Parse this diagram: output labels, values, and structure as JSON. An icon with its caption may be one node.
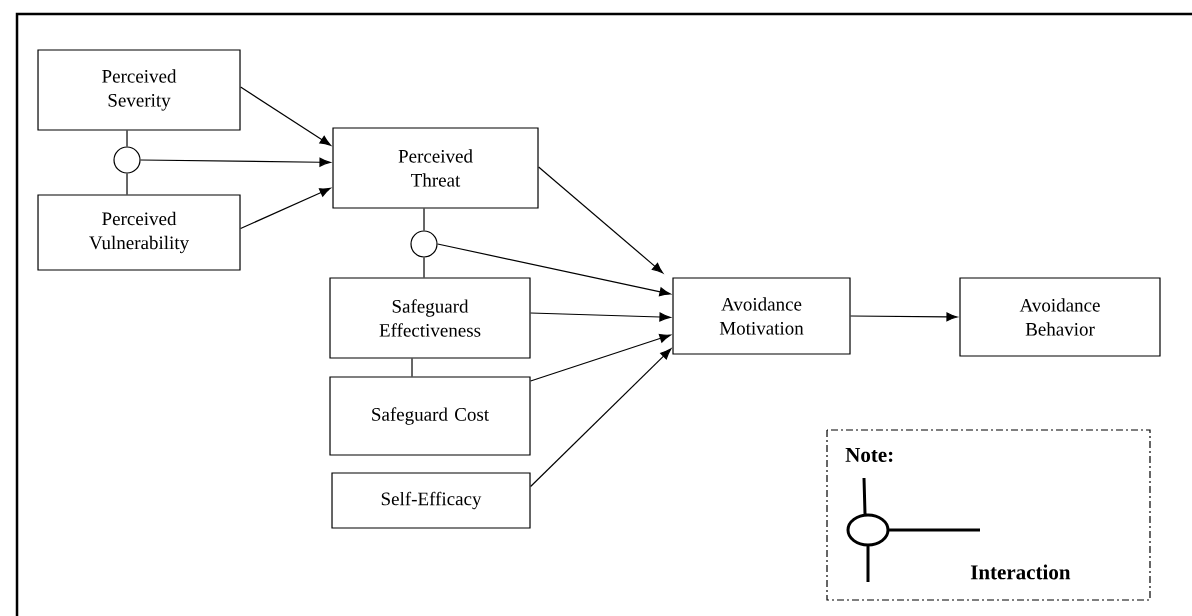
{
  "diagram": {
    "nodes": [
      {
        "text": [
          "Perceived Severity"
        ]
      },
      {
        "text": [
          "Perceived Vulnerability"
        ]
      },
      {
        "text": [
          "Perceived Threat"
        ]
      },
      {
        "text": [],
        "shape": "circle"
      },
      {
        "text": [],
        "shape": "circle"
      },
      {
        "text": [
          "Safeguard Effectiveness"
        ]
      },
      {
        "text": [
          "Safeguard Cost"
        ]
      },
      {
        "text": [
          "Self-Efficacy"
        ]
      },
      {
        "text": [
          "Avoidance Motivation"
        ]
      },
      {
        "text": [
          "Avoidance Behavior"
        ]
      }
    ],
    "edges": [
      {
        "from": 0,
        "to": 2,
        "arrow": "to"
      },
      {
        "from": 0,
        "to": 3,
        "arrow": "none"
      },
      {
        "from": 3,
        "to": 1,
        "arrow": "none"
      },
      {
        "from": 3,
        "to": 2,
        "arrow": "to"
      },
      {
        "from": 1,
        "to": 2,
        "arrow": "to"
      },
      {
        "from": 2,
        "to": 4,
        "arrow": "none"
      },
      {
        "from": 4,
        "to": 5,
        "arrow": "none"
      },
      {
        "from": 2,
        "to": 8,
        "arrow": "to"
      },
      {
        "from": 4,
        "to": 8,
        "arrow": "to"
      },
      {
        "from": 5,
        "to": 8,
        "arrow": "to"
      },
      {
        "from": 5,
        "to": 6,
        "arrow": "none"
      },
      {
        "from": 6,
        "to": 8,
        "arrow": "to"
      },
      {
        "from": 7,
        "to": 8,
        "arrow": "to"
      },
      {
        "from": 8,
        "to": 9,
        "arrow": "to"
      }
    ],
    "labels": [
      "Note:"
    ],
    "legend": [
      {
        "text": "Interaction"
      }
    ]
  }
}
